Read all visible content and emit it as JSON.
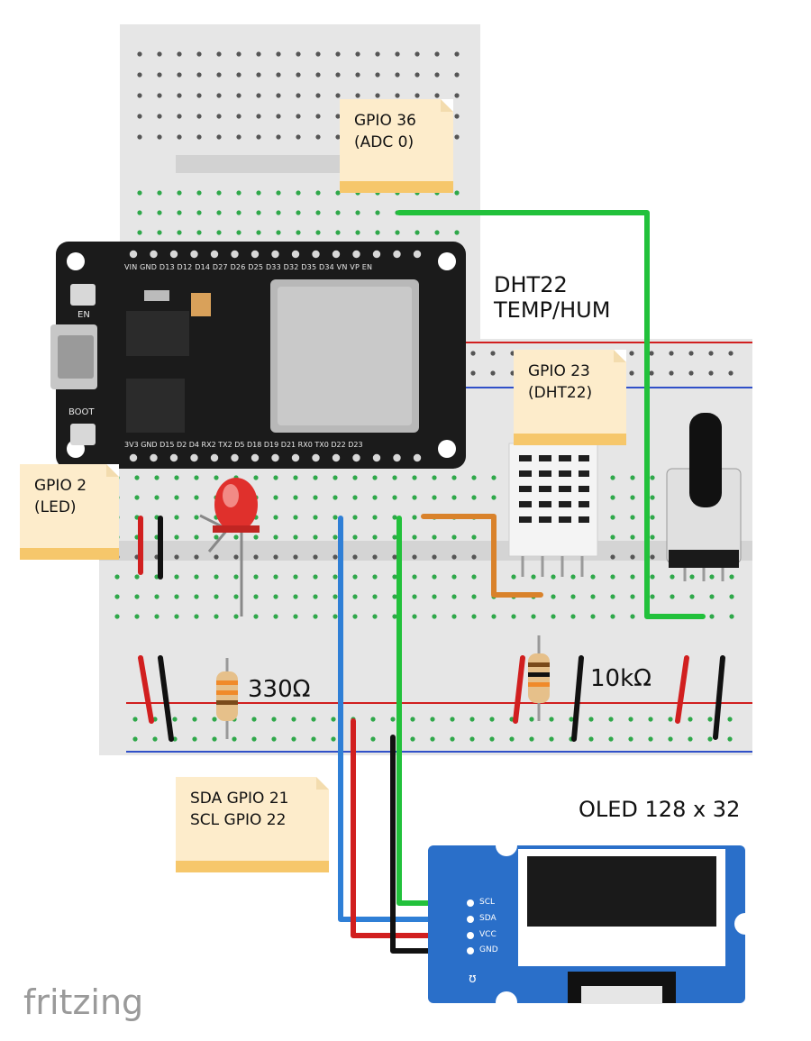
{
  "notes": {
    "adc": {
      "line1": "GPIO 36",
      "line2": "(ADC 0)"
    },
    "dht": {
      "line1": "GPIO 23",
      "line2": "(DHT22)"
    },
    "led": {
      "line1": "GPIO 2",
      "line2": "(LED)"
    },
    "i2c": {
      "line1": "SDA GPIO 21",
      "line2": "SCL GPIO 22"
    }
  },
  "labels": {
    "dht_title_1": "DHT22",
    "dht_title_2": "TEMP/HUM",
    "r_led": "330Ω",
    "r_dht": "10kΩ",
    "oled_title": "OLED 128 x 32",
    "watermark": "fritzing"
  },
  "esp32": {
    "top_pins": "VIN GND D13 D12 D14 D27 D26 D25 D33 D32 D35 D34 VN VP EN",
    "bottom_pins": "3V3 GND D15 D2 D4 RX2 TX2 D5 D18 D19 D21 RX0 TX0 D22 D23",
    "btn_en": "EN",
    "btn_boot": "BOOT"
  },
  "oled_pins": [
    "SCL",
    "SDA",
    "VCC",
    "GND"
  ],
  "colors": {
    "wire_green": "#22c13b",
    "wire_blue": "#2f7fd6",
    "wire_red": "#d11f1f",
    "wire_black": "#111111",
    "wire_orange": "#d9822b",
    "note_bg": "#fdeccb",
    "note_band": "#f6c76b",
    "board": "#1b1b1b",
    "oled_pcb": "#2a6fc9",
    "breadboard": "#e6e6e6"
  }
}
